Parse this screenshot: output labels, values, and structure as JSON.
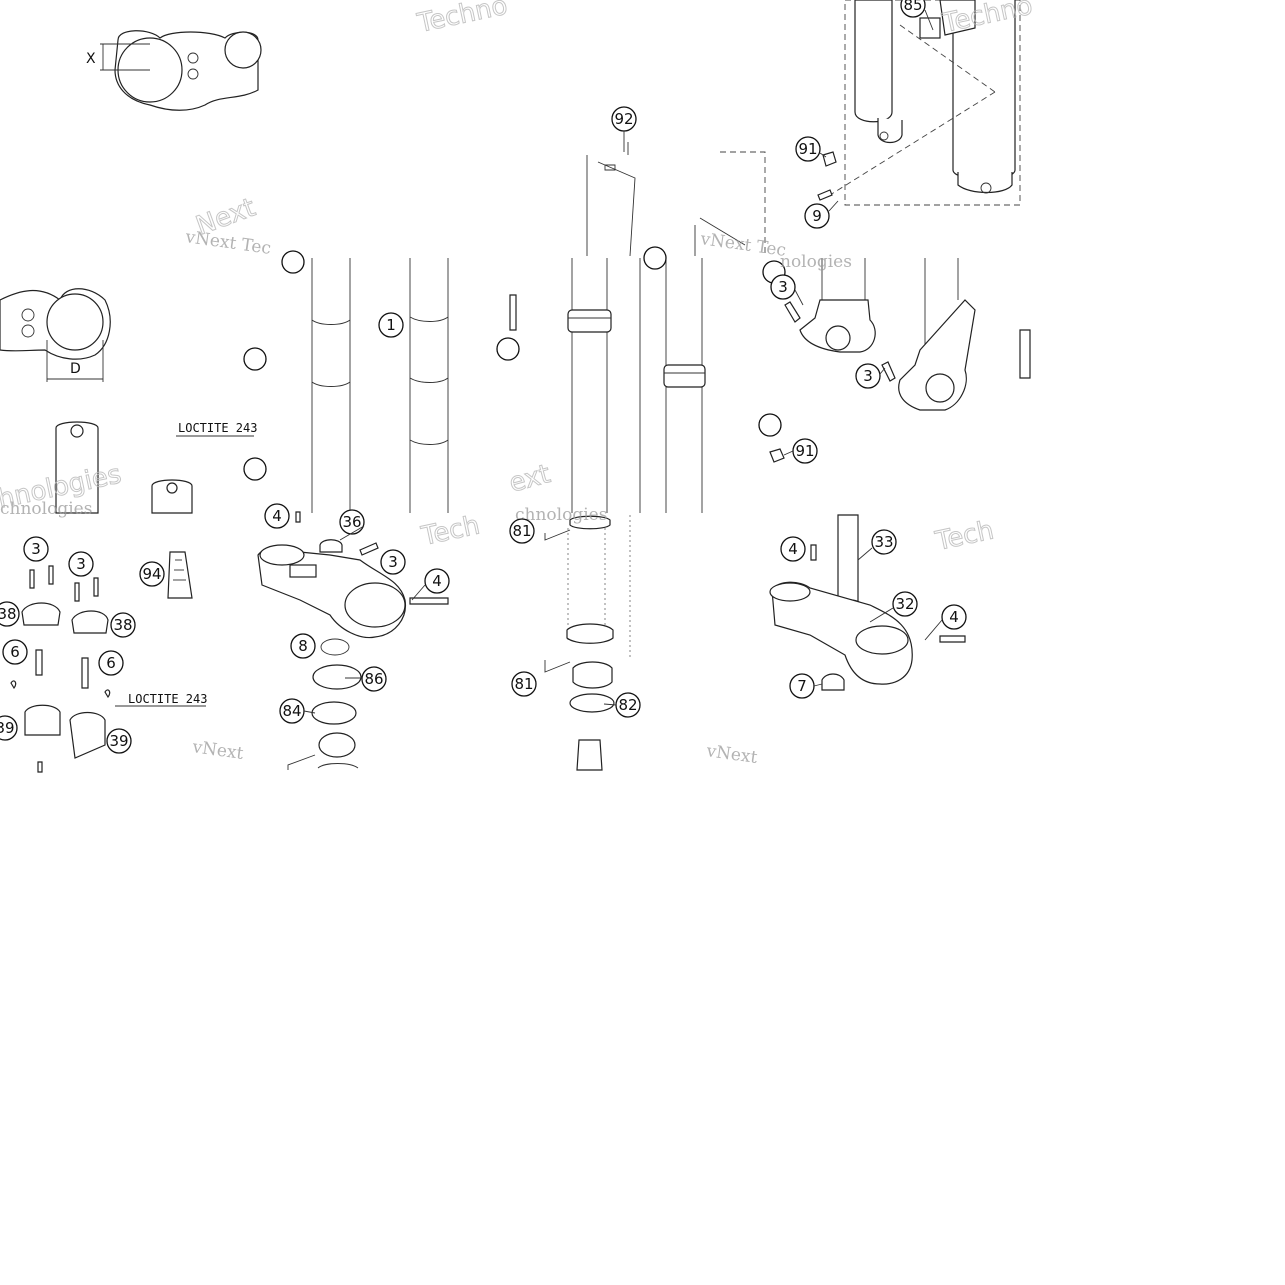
{
  "callouts": [
    {
      "id": "c92",
      "label": "92"
    },
    {
      "id": "c85",
      "label": "85"
    },
    {
      "id": "c91a",
      "label": "91"
    },
    {
      "id": "c9",
      "label": "9"
    },
    {
      "id": "c1",
      "label": "1"
    },
    {
      "id": "c3a",
      "label": "3"
    },
    {
      "id": "c3b",
      "label": "3"
    },
    {
      "id": "c91b",
      "label": "91"
    },
    {
      "id": "c3c",
      "label": "3"
    },
    {
      "id": "c3d",
      "label": "3"
    },
    {
      "id": "c94",
      "label": "94"
    },
    {
      "id": "c38a",
      "label": "38"
    },
    {
      "id": "c38b",
      "label": "38"
    },
    {
      "id": "c6a",
      "label": "6"
    },
    {
      "id": "c6b",
      "label": "6"
    },
    {
      "id": "c39a",
      "label": "39"
    },
    {
      "id": "c39b",
      "label": "39"
    },
    {
      "id": "c4a",
      "label": "4"
    },
    {
      "id": "c36",
      "label": "36"
    },
    {
      "id": "c3e",
      "label": "3"
    },
    {
      "id": "c4b",
      "label": "4"
    },
    {
      "id": "c8",
      "label": "8"
    },
    {
      "id": "c86",
      "label": "86"
    },
    {
      "id": "c84",
      "label": "84"
    },
    {
      "id": "c81a",
      "label": "81"
    },
    {
      "id": "c81b",
      "label": "81"
    },
    {
      "id": "c82",
      "label": "82"
    },
    {
      "id": "c4c",
      "label": "4"
    },
    {
      "id": "c33",
      "label": "33"
    },
    {
      "id": "c32",
      "label": "32"
    },
    {
      "id": "c4d",
      "label": "4"
    },
    {
      "id": "c7",
      "label": "7"
    }
  ],
  "notes": {
    "loctite_a": "LOCTITE 243",
    "loctite_b": "LOCTITE 243"
  },
  "dimensions": {
    "x_label": "X",
    "d_label": "D"
  },
  "watermarks": {
    "brand_a": "vNext Tec",
    "brand_b": "vNext Tec",
    "brand_c": "vNext",
    "tech_a": "Techno",
    "tech_b": "Tech",
    "tech_c": "Tech",
    "tech_d": "Techno",
    "nologies_a": "nologies",
    "nologies_b": "chnologies",
    "nologies_c": "chnologies",
    "nologies_d": "hnologies",
    "next_a": "Next",
    "next_b": "ext"
  }
}
